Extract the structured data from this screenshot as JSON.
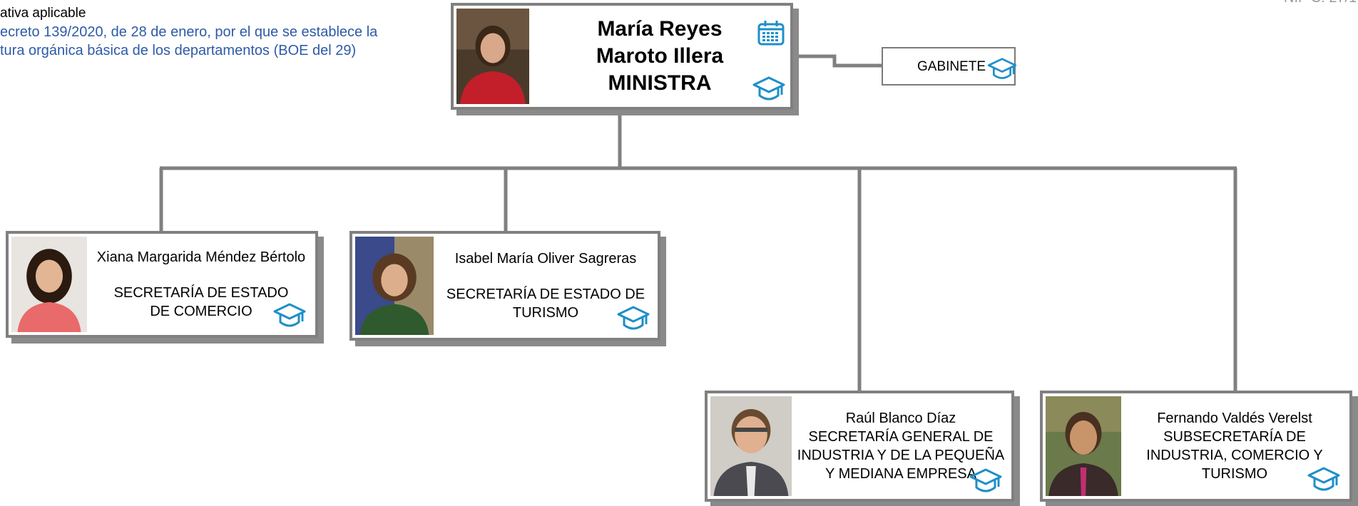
{
  "header": {
    "section_title": "ativa aplicable",
    "decree_line1": "ecreto 139/2020, de 28 de enero, por el que se establece la",
    "decree_line2": "tura orgánica básica de los departamentos (BOE del 29)",
    "nif_text": "NIF C: 27/1"
  },
  "minister": {
    "name_line1": "María Reyes",
    "name_line2": "Maroto Illera",
    "role": "MINISTRA"
  },
  "gabinete": {
    "label": "GABINETE"
  },
  "units": [
    {
      "name": "Xiana Margarida Méndez Bértolo",
      "unit_line1": "SECRETARÍA DE ESTADO",
      "unit_line2": "DE COMERCIO"
    },
    {
      "name": "Isabel María Oliver Sagreras",
      "unit_line1": "SECRETARÍA DE ESTADO DE",
      "unit_line2": "TURISMO"
    },
    {
      "name": "Raúl Blanco Díaz",
      "unit_line1": "SECRETARÍA GENERAL DE",
      "unit_line2": "INDUSTRIA Y DE LA PEQUEÑA",
      "unit_line3": "Y MEDIANA EMPRESA"
    },
    {
      "name": "Fernando Valdés Verelst",
      "unit_line1": "SUBSECRETARÍA DE",
      "unit_line2": "INDUSTRIA, COMERCIO Y",
      "unit_line3": "TURISMO"
    }
  ],
  "colors": {
    "connector": "#808080",
    "icon_blue": "#1f8fc8",
    "link_blue": "#2e5aa8"
  },
  "icons": {
    "calendar": "calendar-icon",
    "education": "graduation-cap-icon"
  }
}
